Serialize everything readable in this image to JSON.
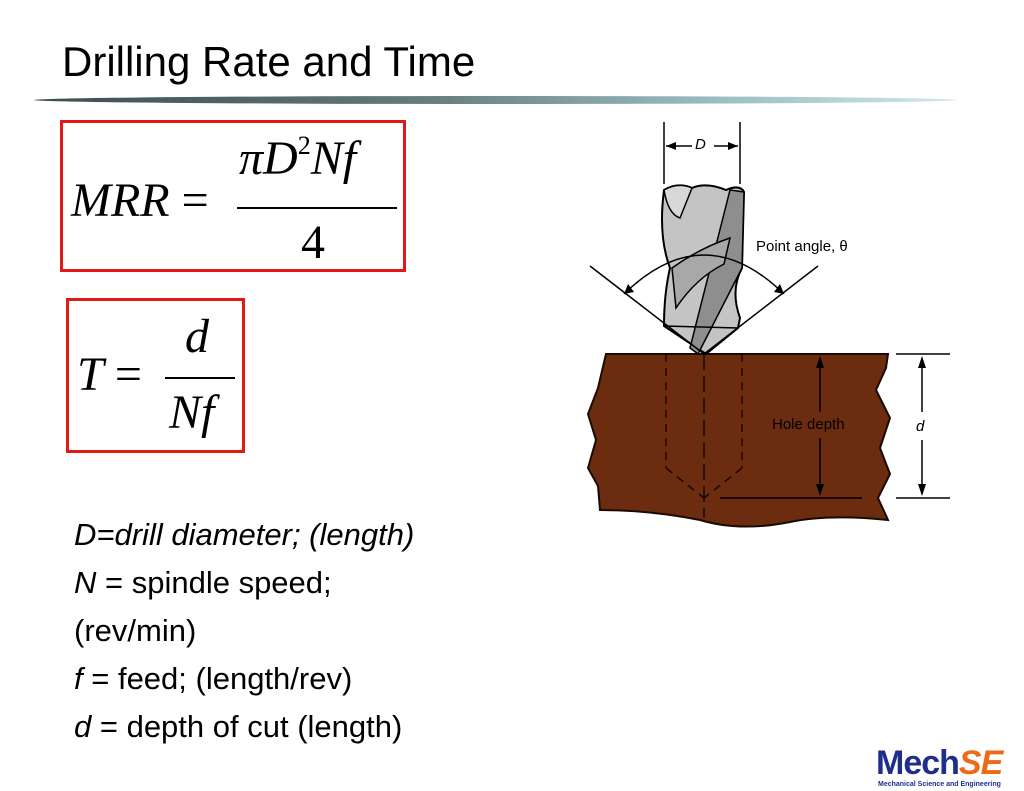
{
  "slide": {
    "title": "Drilling Rate and Time"
  },
  "equations": {
    "mrr": {
      "lhs": "MRR",
      "equals": "=",
      "numerator_pi": "π",
      "numerator_D": "D",
      "numerator_exp": "2",
      "numerator_rest": "Nf",
      "denominator": "4"
    },
    "time": {
      "lhs": "T",
      "equals": "=",
      "numerator": "d",
      "denominator": "Nf"
    }
  },
  "definitions": [
    {
      "symbol": "D",
      "text": "=drill diameter; (length)"
    },
    {
      "symbol": "N",
      "text": " = spindle speed;"
    },
    {
      "symbol": "",
      "text": "(rev/min)"
    },
    {
      "symbol": "f",
      "text": " = feed; (length/rev)"
    },
    {
      "symbol": "d",
      "text": " = depth of cut (length)"
    }
  ],
  "figure": {
    "diameter_label": "D",
    "point_angle_label": "Point angle, θ",
    "hole_depth_label": "Hole depth",
    "depth_label": "d",
    "colors": {
      "workpiece": "#6b2c0f",
      "drill_light": "#c4c4c4",
      "drill_dark": "#8e8e8e"
    }
  },
  "logo": {
    "mech": "Mech",
    "se": "SE",
    "subtitle": "Mechanical Science and Engineering",
    "colors": {
      "mech": "#1f2e8a",
      "se": "#ec6a18"
    }
  }
}
